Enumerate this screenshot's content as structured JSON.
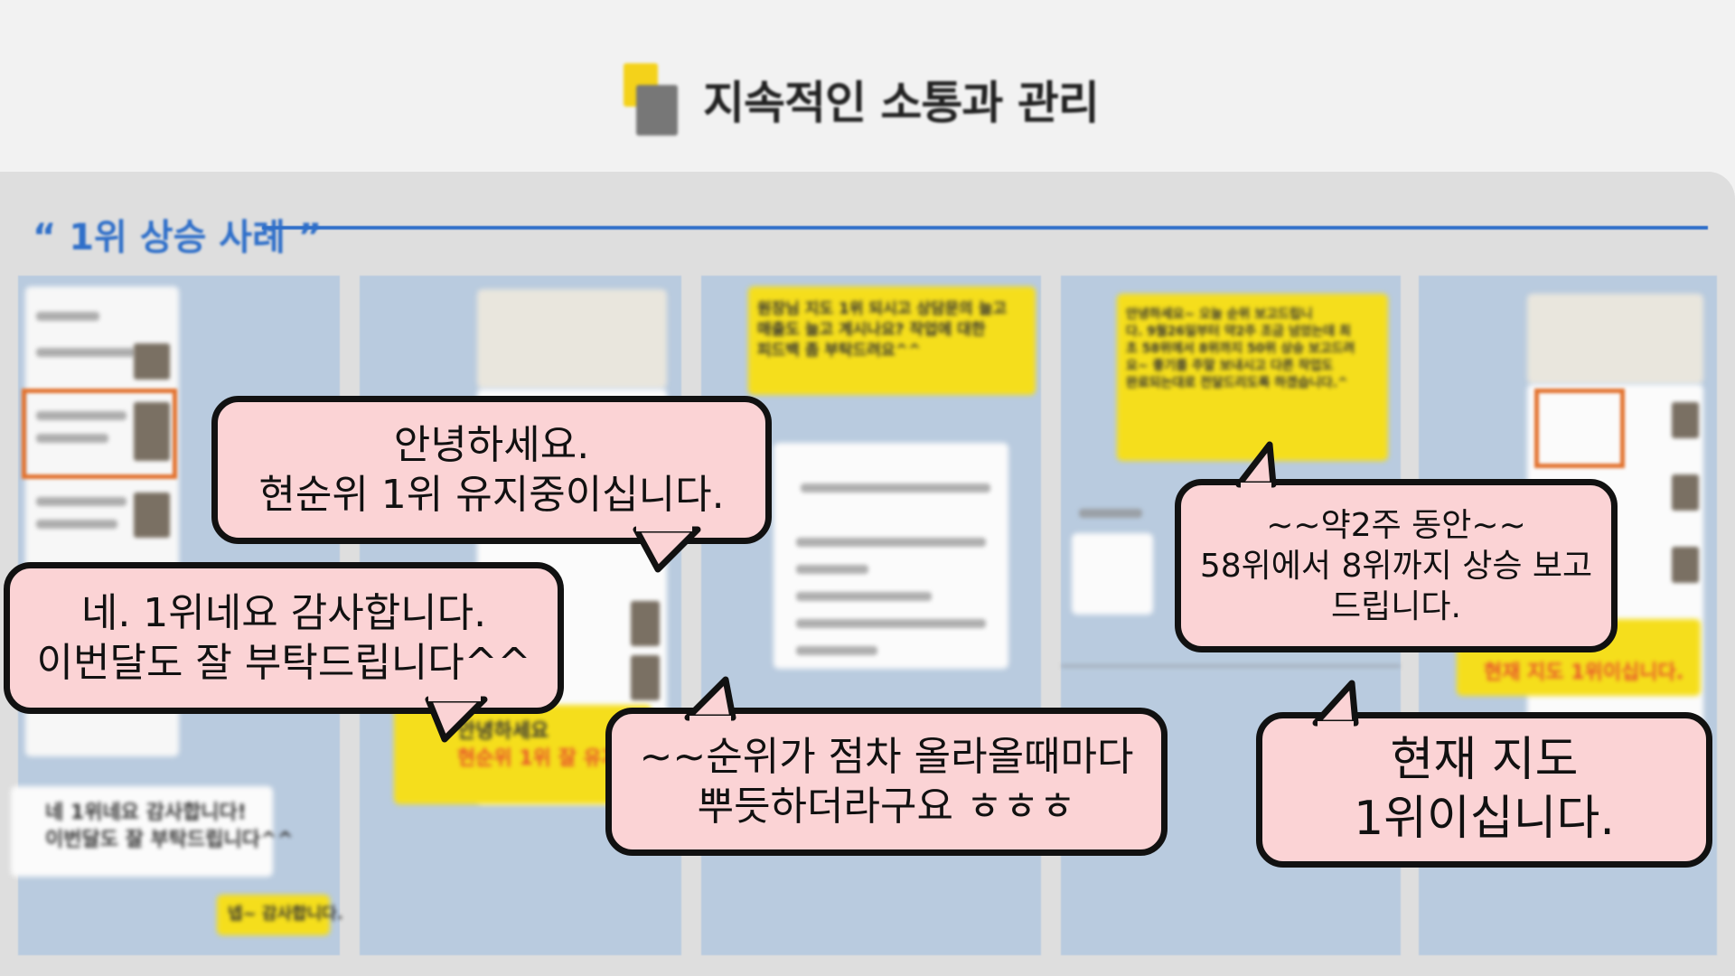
{
  "header": {
    "title": "지속적인 소통과 관리"
  },
  "section": {
    "label": "“ 1위 상승 사례 ”"
  },
  "screens": {
    "col1": {
      "msg": "네 1위네요 감사합니다!",
      "msg2": "이번달도 잘 부탁드립니다^^",
      "msg3": "넵~ 감사합니다."
    },
    "col2": {
      "msg_line1": "안녕하세요",
      "msg_line2": "현순위 1위 잘 유지중이십"
    },
    "col3": {
      "line1": "원장님 지도 1위 되시고 상담문의 늘고",
      "line2": "매출도 늘고 계시나요? 작업에 대한",
      "line3": "피드백 좀 부탁드려요^^"
    },
    "col4": {
      "line1": "안녕하세요~ 오늘 순위 보고드립니",
      "line2": "다. 9월26일부터 약2주 조금 넘었는데 최",
      "line3": "초 58위에서 8위까지 50위 상승 보고드려",
      "line4": "요~ 좋기를 주말 보내시고 다른 작업도",
      "line5": "완료되는대로 전달드리도록 하겠습니다.^"
    },
    "col5": {
      "line1": "현재 지도 1위이십니다."
    }
  },
  "bubbles": {
    "b1": {
      "line1": "안녕하세요.",
      "line2": "현순위 1위 유지중이십니다."
    },
    "b2": {
      "line1": "네. 1위네요 감사합니다.",
      "line2": "이번달도 잘 부탁드립니다^^"
    },
    "b3": {
      "line1": "~~순위가 점차 올라올때마다",
      "line2": "뿌듯하더라구요 ㅎㅎㅎ"
    },
    "b4": {
      "line1": "~~약2주 동안~~",
      "line2": "58위에서 8위까지 상승 보고",
      "line3": "드립니다."
    },
    "b5": {
      "line1": "현재 지도",
      "line2": "1위이십니다."
    }
  },
  "colors": {
    "bubble_fill": "#fbd3d5",
    "accent_blue": "#2f6fc9",
    "chat_yellow": "#f5de1c",
    "highlight_orange": "#e2712d"
  },
  "icons": [
    "title-square-icon"
  ]
}
